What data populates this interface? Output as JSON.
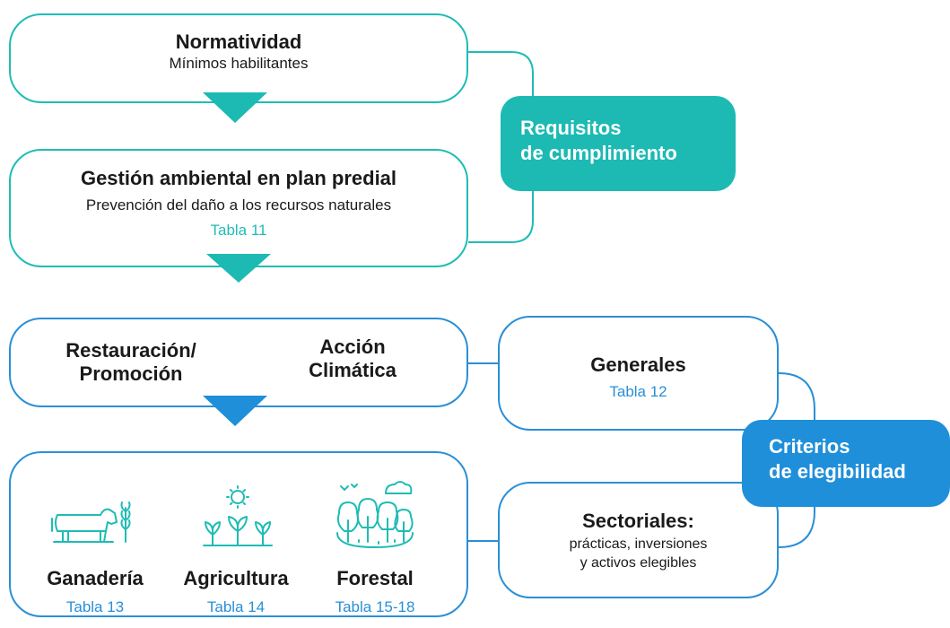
{
  "requisitos": {
    "label_line1": "Requisitos",
    "label_line2": "de cumplimiento",
    "normatividad": {
      "title": "Normatividad",
      "subtitle": "Mínimos habilitantes"
    },
    "gestion": {
      "title": "Gestión ambiental en plan predial",
      "subtitle": "Prevención del daño a los recursos naturales",
      "ref": "Tabla 11"
    }
  },
  "objetivos": {
    "left_line1": "Restauración/",
    "left_line2": "Promoción",
    "right_line1": "Acción",
    "right_line2": "Climática"
  },
  "criterios": {
    "label_line1": "Criterios",
    "label_line2": "de elegibilidad",
    "generales": {
      "title": "Generales",
      "ref": "Tabla 12"
    },
    "sectoriales": {
      "title": "Sectoriales:",
      "line1": "prácticas, inversiones",
      "line2": "y activos elegibles"
    }
  },
  "sectores": [
    {
      "name": "Ganadería",
      "ref": "Tabla 13",
      "icon": "livestock-icon"
    },
    {
      "name": "Agricultura",
      "ref": "Tabla 14",
      "icon": "agriculture-icon"
    },
    {
      "name": "Forestal",
      "ref": "Tabla 15-18",
      "icon": "forest-icon"
    }
  ],
  "colors": {
    "teal": "#1cbab3",
    "blue": "#1f8fd9"
  }
}
